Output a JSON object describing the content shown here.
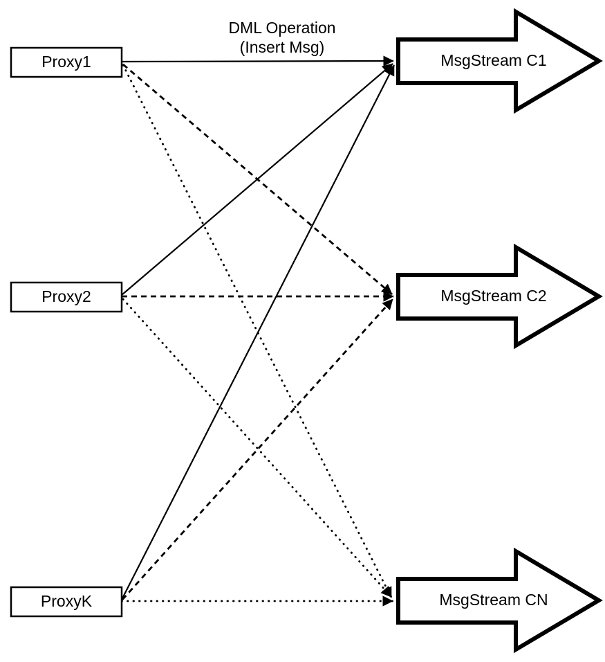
{
  "diagram": {
    "title": "Proxy to MsgStream routing diagram",
    "background_color": "#ffffff",
    "stroke_color": "#000000",
    "annotation": {
      "line1": "DML Operation",
      "line2": "(Insert Msg)"
    },
    "proxies": [
      {
        "id": "proxy1",
        "label": "Proxy1"
      },
      {
        "id": "proxy2",
        "label": "Proxy2"
      },
      {
        "id": "proxyK",
        "label": "ProxyK"
      }
    ],
    "streams": [
      {
        "id": "c1",
        "label": "MsgStream C1",
        "line_style": "solid"
      },
      {
        "id": "c2",
        "label": "MsgStream C2",
        "line_style": "dashed"
      },
      {
        "id": "cn",
        "label": "MsgStream CN",
        "line_style": "dotted"
      }
    ],
    "edges": [
      {
        "from": "proxy1",
        "to": "c1",
        "style": "solid"
      },
      {
        "from": "proxy1",
        "to": "c2",
        "style": "dashed"
      },
      {
        "from": "proxy1",
        "to": "cn",
        "style": "dotted"
      },
      {
        "from": "proxy2",
        "to": "c1",
        "style": "solid"
      },
      {
        "from": "proxy2",
        "to": "c2",
        "style": "dashed"
      },
      {
        "from": "proxy2",
        "to": "cn",
        "style": "dotted"
      },
      {
        "from": "proxyK",
        "to": "c1",
        "style": "solid"
      },
      {
        "from": "proxyK",
        "to": "c2",
        "style": "dashed"
      },
      {
        "from": "proxyK",
        "to": "cn",
        "style": "dotted"
      }
    ]
  }
}
